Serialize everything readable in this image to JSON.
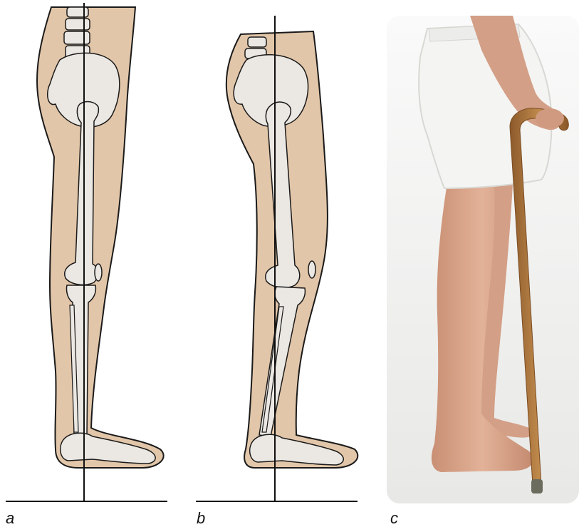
{
  "panels": [
    {
      "id": "a",
      "label": "a",
      "kind": "illustration"
    },
    {
      "id": "b",
      "label": "b",
      "kind": "illustration"
    },
    {
      "id": "c",
      "label": "c",
      "kind": "photograph"
    }
  ],
  "colors": {
    "skin": "#e2c6a9",
    "bone": "#ebe8e3",
    "outline": "#1a1a1a",
    "shorts": "#f4f4f2",
    "photo_skin": "#d9a58a",
    "cane": "#b07a3f",
    "photo_bg": "#f2f2f2"
  },
  "icons": [
    "leg-skeleton-upright",
    "leg-skeleton-leaning",
    "person-with-cane-photo"
  ]
}
